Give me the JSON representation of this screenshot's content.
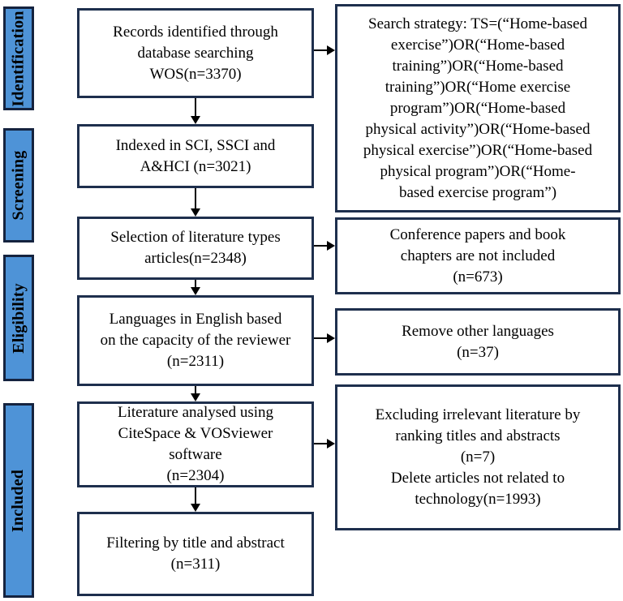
{
  "colors": {
    "stage_fill": "#4e93d7",
    "stage_border": "#15233f",
    "box_border": "#1e2f4d",
    "arrow": "#000000"
  },
  "diagram": {
    "stages": [
      {
        "label": "Identification"
      },
      {
        "label": "Screening"
      },
      {
        "label": "Eligibility"
      },
      {
        "label": "Included"
      }
    ],
    "main_boxes": [
      {
        "lines": [
          "Records identified through",
          "database searching",
          "WOS(n=3370)"
        ]
      },
      {
        "lines": [
          "Indexed in SCI, SSCI and",
          "A&HCI (n=3021)"
        ]
      },
      {
        "lines": [
          "Selection of literature types",
          "articles(n=2348)"
        ]
      },
      {
        "lines": [
          "Languages in English based",
          "on the capacity of the reviewer",
          "(n=2311)"
        ]
      },
      {
        "lines": [
          "Literature analysed using",
          "CiteSpace & VOSviewer",
          "software",
          "(n=2304)"
        ]
      },
      {
        "lines": [
          "Filtering by title and abstract",
          "(n=311)"
        ]
      }
    ],
    "side_boxes": [
      {
        "lines": [
          "Search strategy: TS=(“Home-based",
          "exercise”)OR(“Home-based",
          "training”)OR(“Home-based",
          "training”)OR(“Home exercise",
          "program”)OR(“Home-based",
          "physical activity”)OR(“Home-based",
          "physical exercise”)OR(“Home-based",
          "physical program”)OR(“Home-",
          "based exercise program”)"
        ]
      },
      {
        "lines": [
          "Conference papers and book",
          "chapters are not included",
          "(n=673)"
        ]
      },
      {
        "lines": [
          "Remove other languages",
          "(n=37)"
        ]
      },
      {
        "lines": [
          "Excluding irrelevant literature by",
          "ranking titles and abstracts",
          "(n=7)",
          "Delete articles not related to",
          "technology(n=1993)"
        ]
      }
    ]
  }
}
